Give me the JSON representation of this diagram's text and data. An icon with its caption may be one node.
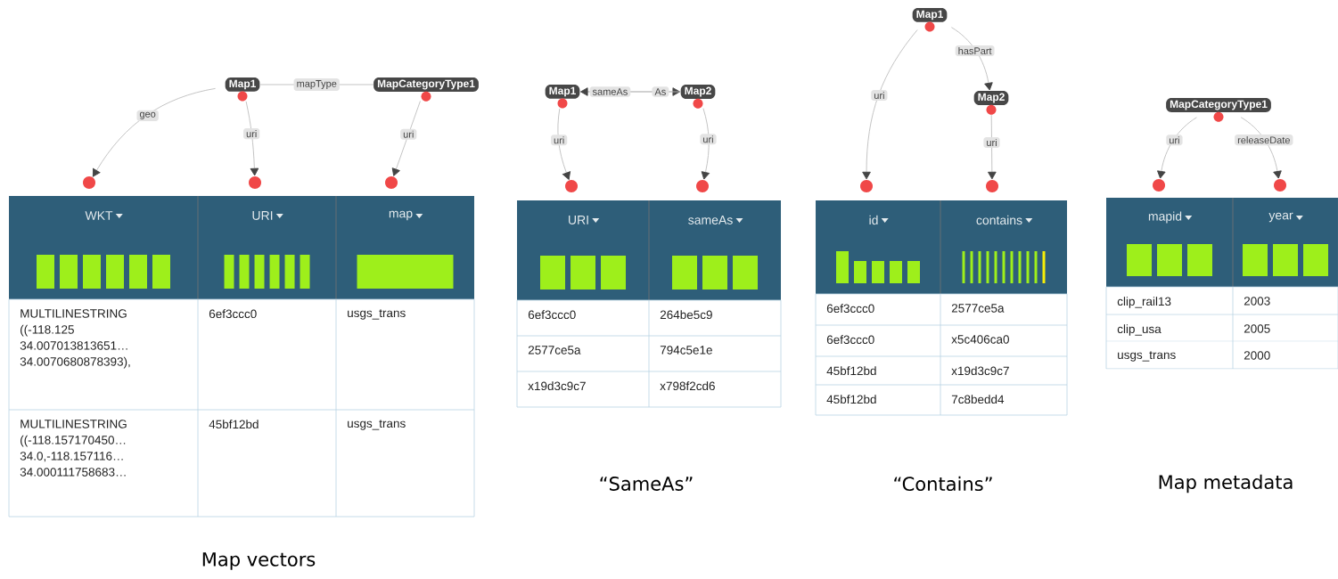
{
  "diagram": {
    "nodes": [
      {
        "text": [
          "Map1"
        ]
      },
      {
        "text": [
          "MapCategoryType1"
        ]
      },
      {
        "text": [],
        "shape": "circle"
      },
      {
        "text": [],
        "shape": "circle"
      },
      {
        "text": [],
        "shape": "circle"
      },
      {
        "text": [
          "Map1"
        ]
      },
      {
        "text": [
          "Map2"
        ]
      },
      {
        "text": [],
        "shape": "circle"
      },
      {
        "text": [],
        "shape": "circle"
      },
      {
        "text": [
          "Map1"
        ]
      },
      {
        "text": [
          "Map2"
        ]
      },
      {
        "text": [],
        "shape": "circle"
      },
      {
        "text": [],
        "shape": "circle"
      },
      {
        "text": [
          "MapCategoryType1"
        ]
      },
      {
        "text": [],
        "shape": "circle"
      },
      {
        "text": [],
        "shape": "circle"
      }
    ],
    "edges": [
      {
        "from": 0,
        "to": 1,
        "arrow": "none",
        "label": "mapType"
      },
      {
        "from": 0,
        "to": 2,
        "arrow": "to",
        "label": "geo"
      },
      {
        "from": 0,
        "to": 3,
        "arrow": "to",
        "label": "uri"
      },
      {
        "from": 1,
        "to": 4,
        "arrow": "to",
        "label": "uri"
      },
      {
        "from": 5,
        "to": 6,
        "arrow": "to",
        "label": "sameAs"
      },
      {
        "from": 6,
        "to": 5,
        "arrow": "to",
        "label": "As"
      },
      {
        "from": 5,
        "to": 7,
        "arrow": "to",
        "label": "uri"
      },
      {
        "from": 6,
        "to": 8,
        "arrow": "to",
        "label": "uri"
      },
      {
        "from": 9,
        "to": 10,
        "arrow": "to",
        "label": "hasPart"
      },
      {
        "from": 9,
        "to": 11,
        "arrow": "to",
        "label": "uri"
      },
      {
        "from": 10,
        "to": 12,
        "arrow": "to",
        "label": "uri"
      },
      {
        "from": 13,
        "to": 14,
        "arrow": "to",
        "label": "uri"
      },
      {
        "from": 13,
        "to": 15,
        "arrow": "to",
        "label": "releaseDate"
      }
    ],
    "labels": [
      "WKT",
      "URI",
      "map",
      "MULTILINESTRING ((-118.125 34.007013813651… 34.0070680878393),",
      "6ef3ccc0",
      "usgs_trans",
      "MULTILINESTRING ((-118.157170450… 34.0,-118.157116… 34.000111758683…",
      "45bf12bd",
      "usgs_trans",
      "Map vectors",
      "URI",
      "sameAs",
      "6ef3ccc0",
      "264be5c9",
      "2577ce5a",
      "794c5e1e",
      "x19d3c9c7",
      "x798f2cd6",
      "“SameAs”",
      "id",
      "contains",
      "6ef3ccc0",
      "2577ce5a",
      "6ef3ccc0",
      "x5c406ca0",
      "45bf12bd",
      "x19d3c9c7",
      "45bf12bd",
      "7c8bedd4",
      "“Contains”",
      "mapid",
      "year",
      "clip_rail13",
      "2003",
      "clip_usa",
      "2005",
      "usgs_trans",
      "2000",
      "Map metadata"
    ]
  }
}
